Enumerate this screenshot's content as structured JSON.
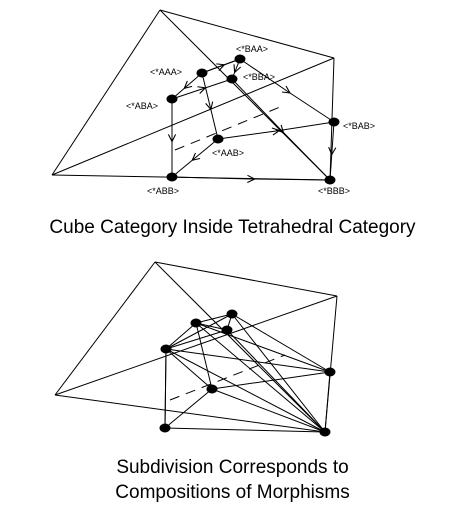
{
  "figure1": {
    "caption": "Cube Category Inside Tetrahedral Category",
    "vertex_labels": {
      "BAA": "<*BAA>",
      "AAA": "<*AAA>",
      "BBA": "<*BBA>",
      "ABA": "<*ABA>",
      "BAB": "<*BAB>",
      "AAB": "<*AAB>",
      "ABB": "<*ABB>",
      "BBB": "<*BBB>"
    }
  },
  "figure2": {
    "caption_line1": "Subdivision Corresponds to",
    "caption_line2": "Compositions of Morphisms"
  },
  "colors": {
    "stroke": "#000000",
    "background": "#ffffff"
  }
}
